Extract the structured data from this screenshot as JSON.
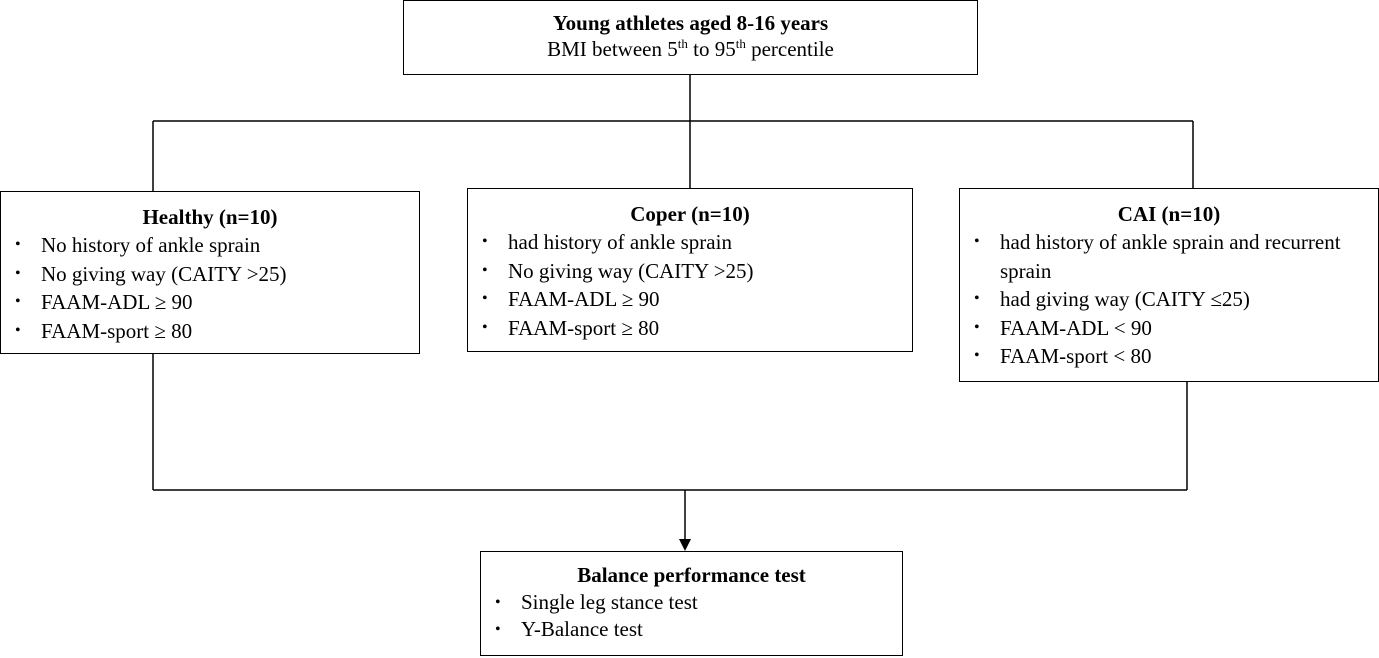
{
  "top": {
    "title": "Young athletes aged 8-16 years",
    "subtitle_prefix": "BMI between 5",
    "sup1": "th",
    "subtitle_mid": " to 95",
    "sup2": "th",
    "subtitle_suffix": " percentile"
  },
  "groups": [
    {
      "title": "Healthy (n=10)",
      "items": [
        "No history of ankle sprain",
        "No giving way (CAITY >25)",
        "FAAM-ADL ≥ 90",
        "FAAM-sport ≥ 80"
      ]
    },
    {
      "title": "Coper (n=10)",
      "items": [
        "had history of ankle sprain",
        "No giving way (CAITY >25)",
        "FAAM-ADL ≥ 90",
        "FAAM-sport ≥ 80"
      ]
    },
    {
      "title": "CAI (n=10)",
      "items": [
        "had history of ankle sprain and recurrent sprain",
        "had giving way (CAITY ≤25)",
        "FAAM-ADL < 90",
        "FAAM-sport < 80"
      ]
    }
  ],
  "bottom": {
    "title": "Balance performance test",
    "items": [
      "Single leg stance test",
      "Y-Balance test"
    ]
  },
  "bullet_char": "•",
  "colors": {
    "line": "#000000",
    "background": "#ffffff"
  }
}
